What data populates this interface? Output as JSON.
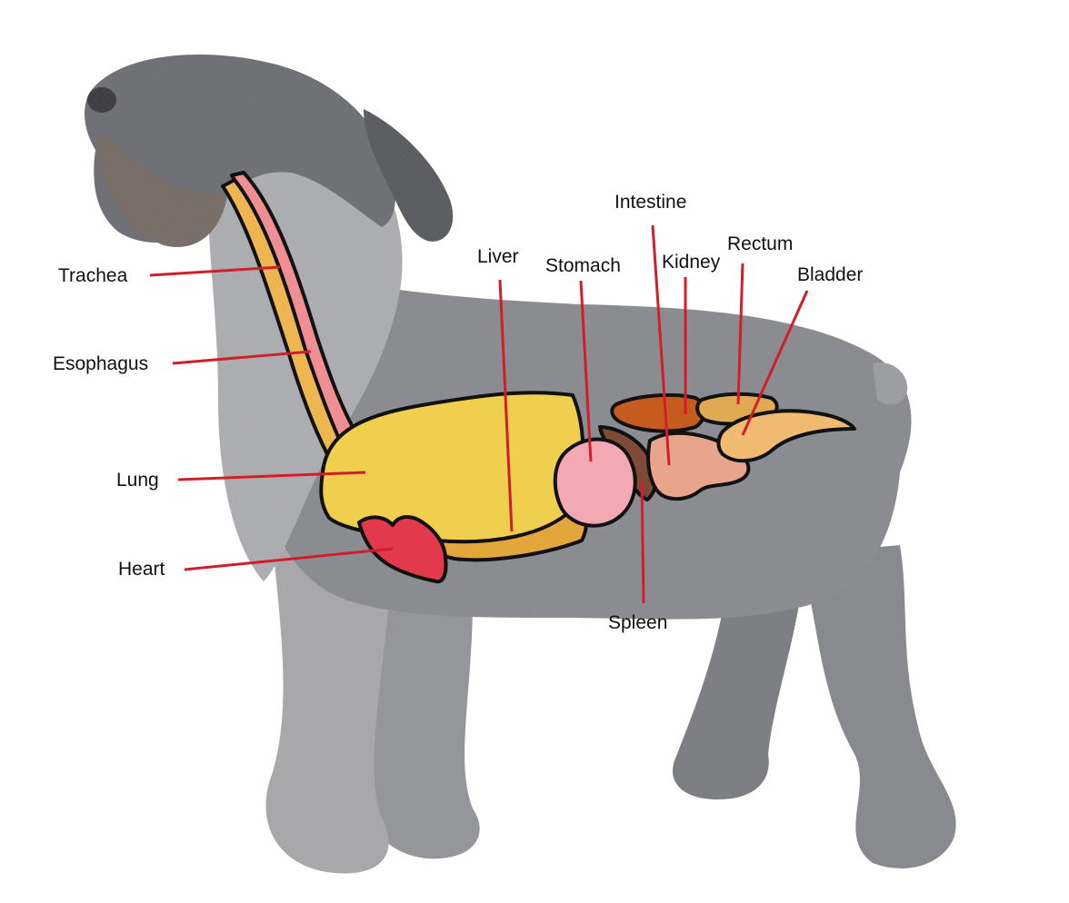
{
  "labels": {
    "trachea": "Trachea",
    "esophagus": "Esophagus",
    "lung": "Lung",
    "heart": "Heart",
    "liver": "Liver",
    "stomach": "Stomach",
    "intestine": "Intestine",
    "kidney": "Kidney",
    "rectum": "Rectum",
    "bladder": "Bladder",
    "spleen": "Spleen"
  },
  "colors": {
    "leader_line": "#d01f2a",
    "outline": "#111111",
    "fur": "#8f9095",
    "fur_light": "#c4c4c6",
    "fur_dark": "#55565b",
    "trachea": "#ef8f93",
    "esophagus": "#edb650",
    "lung": "#f1cf4e",
    "liver": "#e3a63c",
    "stomach": "#f2a9b3",
    "spleen": "#7d4a38",
    "intestine": "#e9a58c",
    "kidney": "#c55b1f",
    "rectum": "#dfaa52",
    "bladder": "#f0bb70",
    "heart": "#e2394c"
  }
}
